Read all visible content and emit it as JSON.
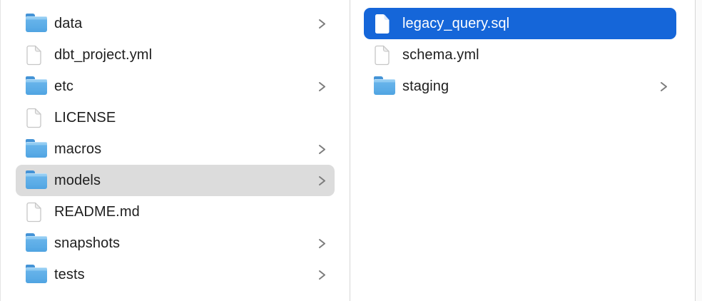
{
  "app": "finder-column-view",
  "colors": {
    "selection_active": "#1566d9",
    "selection_inactive": "#dcdcdc",
    "text": "#1e1e1e",
    "selected_text": "#ffffff",
    "divider": "#d6d6d6",
    "chevron": "#7d7d7d",
    "folder_body": "#5aabe6",
    "folder_tab": "#4493d6"
  },
  "columns": [
    {
      "name": "left",
      "items": [
        {
          "label": "data",
          "type": "folder",
          "chevron": true,
          "state": "none"
        },
        {
          "label": "dbt_project.yml",
          "type": "file",
          "chevron": false,
          "state": "none"
        },
        {
          "label": "etc",
          "type": "folder",
          "chevron": true,
          "state": "none"
        },
        {
          "label": "LICENSE",
          "type": "file",
          "chevron": false,
          "state": "none"
        },
        {
          "label": "macros",
          "type": "folder",
          "chevron": true,
          "state": "none"
        },
        {
          "label": "models",
          "type": "folder",
          "chevron": true,
          "state": "selected-inactive"
        },
        {
          "label": "README.md",
          "type": "file",
          "chevron": false,
          "state": "none"
        },
        {
          "label": "snapshots",
          "type": "folder",
          "chevron": true,
          "state": "none"
        },
        {
          "label": "tests",
          "type": "folder",
          "chevron": true,
          "state": "none"
        }
      ]
    },
    {
      "name": "right",
      "items": [
        {
          "label": "legacy_query.sql",
          "type": "file",
          "chevron": false,
          "state": "selected-active"
        },
        {
          "label": "schema.yml",
          "type": "file",
          "chevron": false,
          "state": "none"
        },
        {
          "label": "staging",
          "type": "folder",
          "chevron": true,
          "state": "none"
        }
      ]
    }
  ]
}
